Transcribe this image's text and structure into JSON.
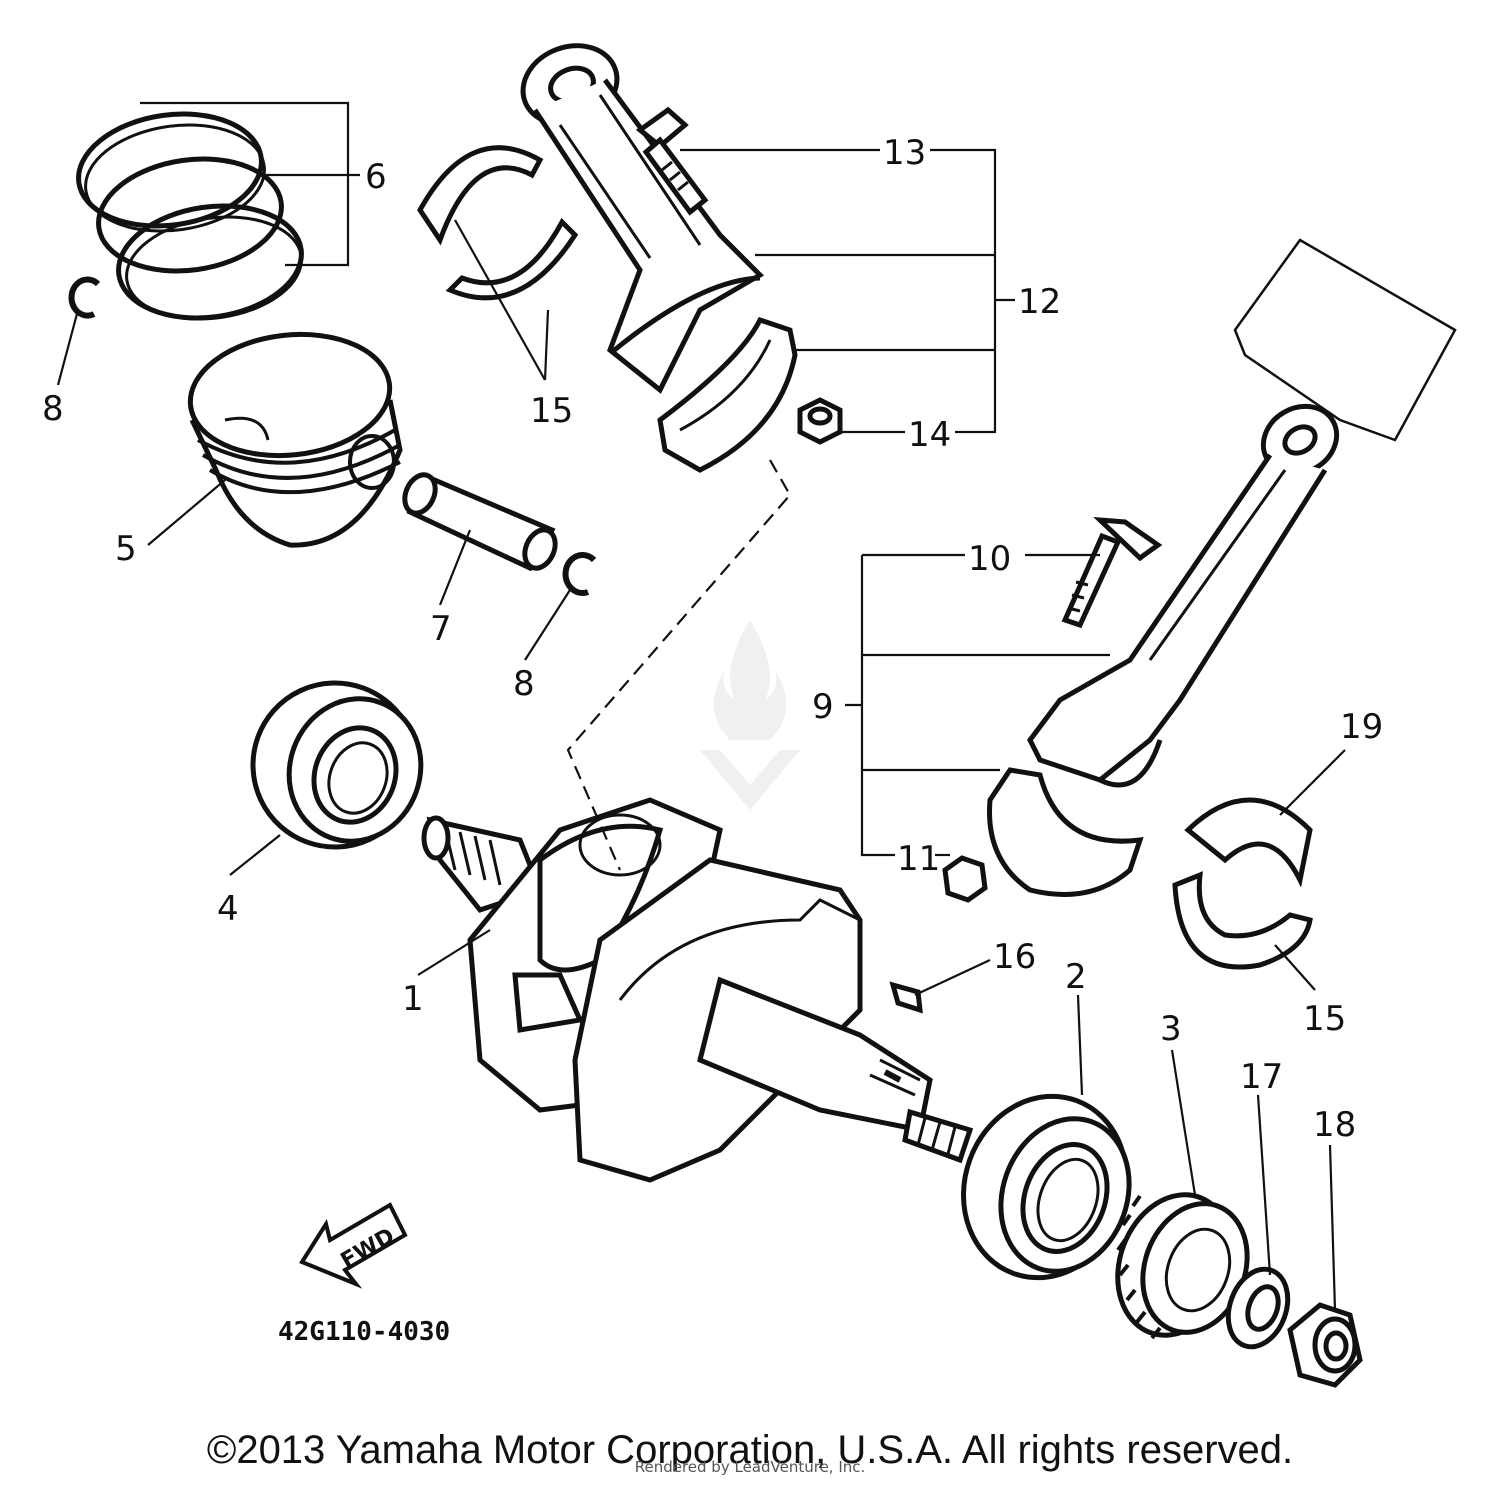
{
  "labels": {
    "p1": "1",
    "p2": "2",
    "p3": "3",
    "p4": "4",
    "p5": "5",
    "p6": "6",
    "p7": "7",
    "p8a": "8",
    "p8b": "8",
    "p9": "9",
    "p10": "10",
    "p11": "11",
    "p12": "12",
    "p13": "13",
    "p14": "14",
    "p15a": "15",
    "p15b": "15",
    "p16": "16",
    "p17": "17",
    "p18": "18",
    "p19": "19"
  },
  "diagram_code": "42G110-4030",
  "fwd_label": "FWD",
  "copyright": "©2013 Yamaha Motor Corporation, U.S.A. All rights reserved.",
  "rendered_by": "Rendered by LeadVenture, Inc."
}
